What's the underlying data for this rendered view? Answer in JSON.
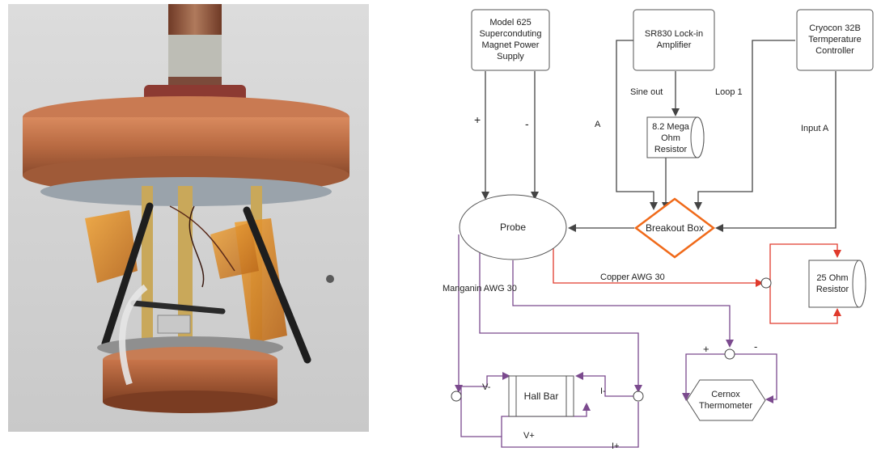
{
  "photo": {
    "description_icon": "copper-probe-photo"
  },
  "diagram": {
    "nodes": {
      "magnet_supply": [
        "Model 625",
        "Superconduting",
        "Magnet Power",
        "Supply"
      ],
      "lockin": [
        "SR830 Lock-in",
        "Amplifier"
      ],
      "cryocon": [
        "Cryocon 32B",
        "Termperature",
        "Controller"
      ],
      "resistor_8m": [
        "8.2 Mega",
        "Ohm",
        "Resistor"
      ],
      "probe": "Probe",
      "breakout": "Breakout Box",
      "resistor_25": [
        "25 Ohm",
        "Resistor"
      ],
      "hall_bar": "Hall Bar",
      "cernox": [
        "Cernox",
        "Thermometer"
      ]
    },
    "labels": {
      "plus_supply": "+",
      "minus_supply": "-",
      "sine_out": "Sine out",
      "a": "A",
      "loop1": "Loop 1",
      "input_a": "Input A",
      "copper_awg": "Copper AWG 30",
      "manganin_awg": "Manganin AWG 30",
      "v_minus": "V-",
      "v_plus": "V+",
      "i_minus": "I-",
      "i_plus": "I+",
      "cernox_plus": "+",
      "cernox_minus": "-"
    },
    "colors": {
      "black_wire": "#444444",
      "red_wire": "#e03a2c",
      "purple_wire": "#7b4a8e",
      "breakout_border": "#f06a1a"
    }
  }
}
